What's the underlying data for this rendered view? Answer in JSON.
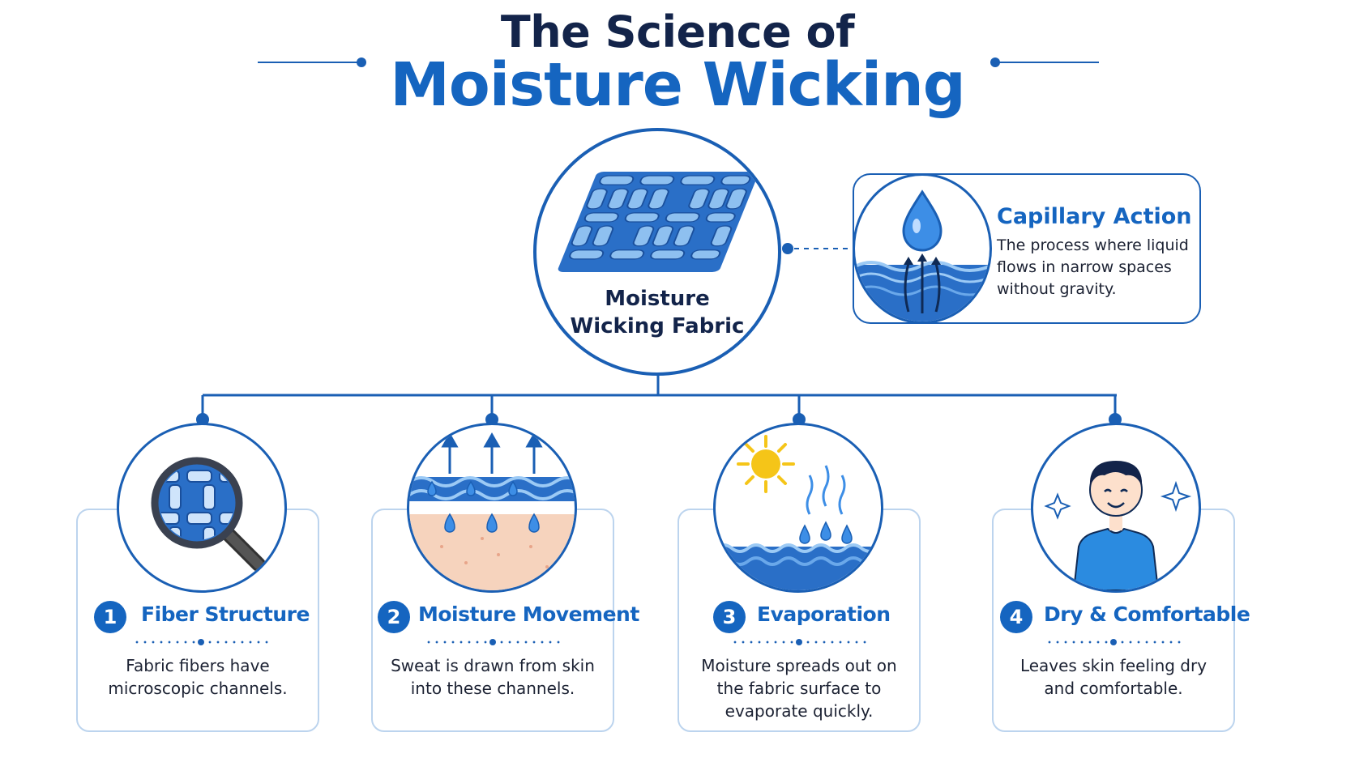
{
  "title": {
    "line1": "The Science of",
    "line2": "Moisture Wicking"
  },
  "center": {
    "label_line1": "Moisture",
    "label_line2": "Wicking Fabric",
    "icon": "woven-fabric-icon"
  },
  "capillary": {
    "title": "Capillary Action",
    "description": "The process where liquid flows in narrow spaces without gravity.",
    "icon": "water-drop-capillary-icon"
  },
  "steps": [
    {
      "number": "1",
      "title": "Fiber Structure",
      "description": "Fabric fibers have microscopic channels.",
      "icon": "magnifying-glass-icon"
    },
    {
      "number": "2",
      "title": "Moisture Movement",
      "description": "Sweat is drawn from skin into these channels.",
      "icon": "sweat-arrows-icon"
    },
    {
      "number": "3",
      "title": "Evaporation",
      "description": "Moisture spreads out on the fabric surface to evaporate quickly.",
      "icon": "sun-evaporation-icon"
    },
    {
      "number": "4",
      "title": "Dry & Comfortable",
      "description": "Leaves skin feeling dry and comfortable.",
      "icon": "happy-person-icon"
    }
  ],
  "colors": {
    "primary": "#1565c0",
    "dark": "#13244a",
    "line": "#1a5fb4",
    "card_border": "#bcd4ee",
    "sun": "#f5c518",
    "skin": "#f6d3bd"
  }
}
